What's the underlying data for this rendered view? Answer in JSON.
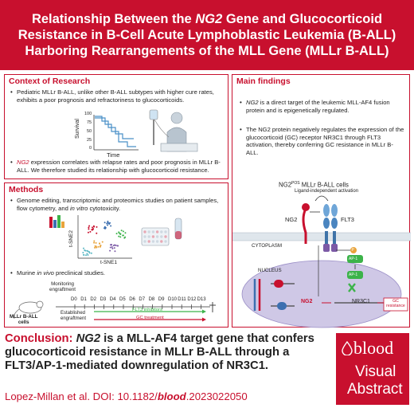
{
  "header": {
    "title_line1_pre": "Relationship Between the ",
    "title_gene": "NG2",
    "title_line1_post": " Gene and Glucocorticoid",
    "title_line2": "Resistance in B-Cell Acute Lymphoblastic Leukemia (B-ALL)",
    "title_line3": "Harboring Rearrangements of the MLL Gene (MLLr B-ALL)"
  },
  "context": {
    "title": "Context of Research",
    "bullet1": "Pediatric MLLr B-ALL, unlike other B-ALL subtypes with higher cure rates, exhibits a poor prognosis and refractoriness to glucocorticoids.",
    "survival_label": "Survival",
    "time_label": "Time",
    "ticks": [
      "100",
      "75",
      "50",
      "25",
      "0"
    ],
    "bullet2_gene": "NG2",
    "bullet2_rest": " expression correlates with relapse rates and poor prognosis in MLLr B-ALL. We therefore studied its relationship with glucocorticoid resistance.",
    "curve_color": "#4a90c8"
  },
  "methods": {
    "title": "Methods",
    "bullet1_pre": "Genome editing, transcriptomic and proteomics studies on patient samples, flow cytometry, and ",
    "bullet1_ital": "in vitro",
    "bullet1_post": " cytotoxicity.",
    "tsne_y": "t-SNE2",
    "tsne_x": "t-SNE1",
    "bullet2_pre": "Murine ",
    "bullet2_ital": "in vivo",
    "bullet2_post": " preclinical studies.",
    "monitoring": "Monitoring",
    "engraftment": "engraftment",
    "days": [
      "D0",
      "D1",
      "D2",
      "D3",
      "D4",
      "D5",
      "D6",
      "D7",
      "D8",
      "D9",
      "D10",
      "D11",
      "D12",
      "D13"
    ],
    "mouse_label": "MLLr B-ALL",
    "mouse_label2": "cells",
    "established": "Established",
    "established2": "engraftment",
    "flt3": "FLT3 inhibitors",
    "gc": "GC treatment",
    "flt3_color": "#3cb34a",
    "gc_color": "#c8102e"
  },
  "main": {
    "title": "Main findings",
    "bullet1_gene": "NG2",
    "bullet1_rest": " is a direct target of the leukemic MLL-AF4 fusion protein and is epigenetically regulated.",
    "bullet2": "The NG2 protein negatively regulates the expression of the glucocorticoid (GC) receptor NR3C1 through FLT3 activation, thereby conferring GC resistance in MLLr B-ALL.",
    "cells_pre": "NG2",
    "cells_sup": "POS",
    "cells_post": " MLLr B-ALL cells",
    "ligand": "Ligand-independent activation",
    "ng2": "NG2",
    "flt3": "FLT3",
    "cytoplasm": "CYTOPLASM",
    "nucleus": "NUCLEUS",
    "ap1": "AP-1",
    "ng2_gene": "NG2",
    "nr3c1": "NR3C1",
    "gc_res": "GC",
    "gc_res2": "resistance",
    "p": "P"
  },
  "conclusion": {
    "label": "Conclusion:",
    "gene": "NG2",
    "text1": " is a MLL-AF4 target gene that confers glucocorticoid resistance in MLLr B-ALL through a FLT3/AP-1-mediated downregulation of NR3C1.",
    "cite_pre": "Lopez-Millan et al. DOI: 10.1182/",
    "cite_journal": "blood",
    "cite_post": ".2023022050"
  },
  "logo": {
    "brand": "blood",
    "line1": "Visual",
    "line2": "Abstract"
  }
}
